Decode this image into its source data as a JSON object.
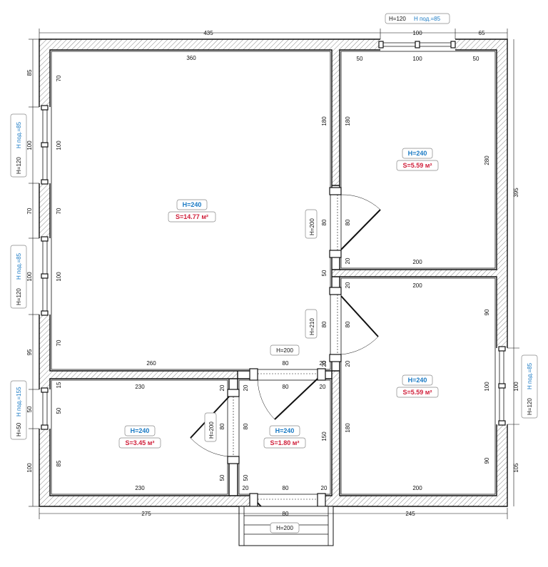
{
  "dimensions": {
    "top_total": "435",
    "top_win": "100",
    "top_right": "65",
    "top_r1": "50",
    "top_r2": "100",
    "top_r3": "50",
    "left_85": "85",
    "left_100a": "100",
    "left_70": "70",
    "left_100b": "100",
    "left_95": "95",
    "left_50": "50",
    "left_100c": "100",
    "right_395": "395",
    "right_100": "100",
    "right_105": "105",
    "bottom_275": "275",
    "bottom_245": "245",
    "bottom_80": "80",
    "living_top": "360",
    "living_70a": "70",
    "living_100a": "100",
    "living_70b": "70",
    "living_100b": "100",
    "living_70c": "70",
    "living_bottom": "260",
    "living_r180": "180",
    "living_r80a": "80",
    "living_r50": "50",
    "living_r80b": "80",
    "living_r20": "20",
    "tr_180": "180",
    "tr_80": "80",
    "tr_20": "20",
    "tr_280": "280",
    "tr_bottom": "200",
    "br_top": "200",
    "br_20": "20",
    "br_80": "80",
    "br_20b": "20",
    "br_90a": "90",
    "br_100": "100",
    "br_90b": "90",
    "br_180": "180",
    "br_bottom": "200",
    "corr_80a": "80",
    "corr_20a": "20",
    "corr_20b": "20",
    "corr_20c": "20",
    "corr_80b": "80",
    "corr_20d": "20",
    "corr_80c": "80",
    "corr_150": "150",
    "corr_50": "50",
    "corr_20e": "20",
    "corr_80d": "80",
    "corr_20f": "20",
    "bl_15": "15",
    "bl_230a": "230",
    "bl_20": "20",
    "bl_50": "50",
    "bl_80": "80",
    "bl_85": "85",
    "bl_50b": "50",
    "bl_230b": "230"
  },
  "rooms": {
    "living": {
      "h": "H=240",
      "s": "S=14.77 м²"
    },
    "top_right": {
      "h": "H=240",
      "s": "S=5.59 м²"
    },
    "bottom_right": {
      "h": "H=240",
      "s": "S=5.59 м²"
    },
    "bottom_left": {
      "h": "H=240",
      "s": "S=3.45 м²"
    },
    "corridor": {
      "h": "H=240",
      "s": "S=1.80 м²"
    }
  },
  "tags": {
    "top_window": {
      "h": "H=120",
      "hp": "H под.=85"
    },
    "left_window1": {
      "h": "H=120",
      "hp": "H под.=85"
    },
    "left_window2": {
      "h": "H=120",
      "hp": "H под.=85"
    },
    "left_window3": {
      "h": "H=50",
      "hp": "H под.=155"
    },
    "right_window": {
      "h": "H=120",
      "hp": "H под.=85"
    },
    "door_h200_top": "H=200",
    "door_h200_left": "H=200",
    "door_h210": "H=210",
    "door_h200_mid": "H=200",
    "door_h200_bottom": "H=200"
  }
}
